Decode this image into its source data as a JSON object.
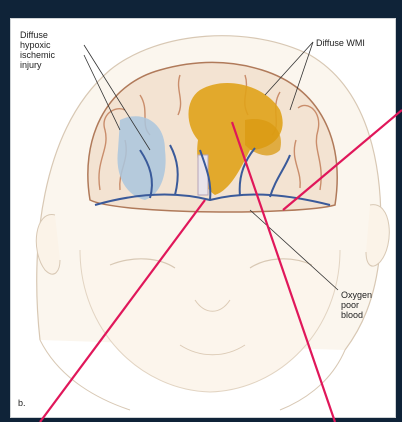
{
  "labels": {
    "diffuse_hie": [
      "Diffuse",
      "hypoxic",
      "ischemic",
      "injury"
    ],
    "diffuse_wmi": "Diffuse WMI",
    "oxygen_poor_blood": [
      "Oxygen",
      "poor",
      "blood"
    ],
    "panel_letter": "b."
  },
  "colors": {
    "background": "#0f2338",
    "panel": "#ffffff",
    "annotation_lines": "#e0175a",
    "wmi_fill": "#e0a21a",
    "hie_fill": "#a9c6de",
    "vessels": "#3a5a9a"
  }
}
